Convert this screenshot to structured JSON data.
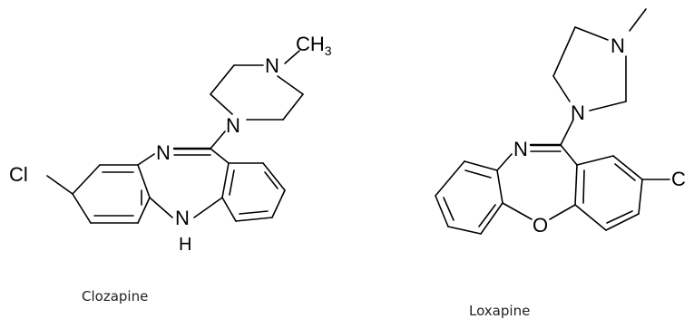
{
  "molecules": [
    {
      "name": "Clozapine",
      "atoms": {
        "cl": "Cl",
        "n_imine": "N",
        "n_amine": "N",
        "h": "H",
        "pip_n1": "N",
        "pip_n4": "N",
        "methyl": "CH",
        "methyl_sub": "3"
      }
    },
    {
      "name": "Loxapine",
      "atoms": {
        "c": "C",
        "n_imine": "N",
        "o": "O",
        "pip_n1": "N",
        "pip_n4": "N"
      }
    }
  ]
}
